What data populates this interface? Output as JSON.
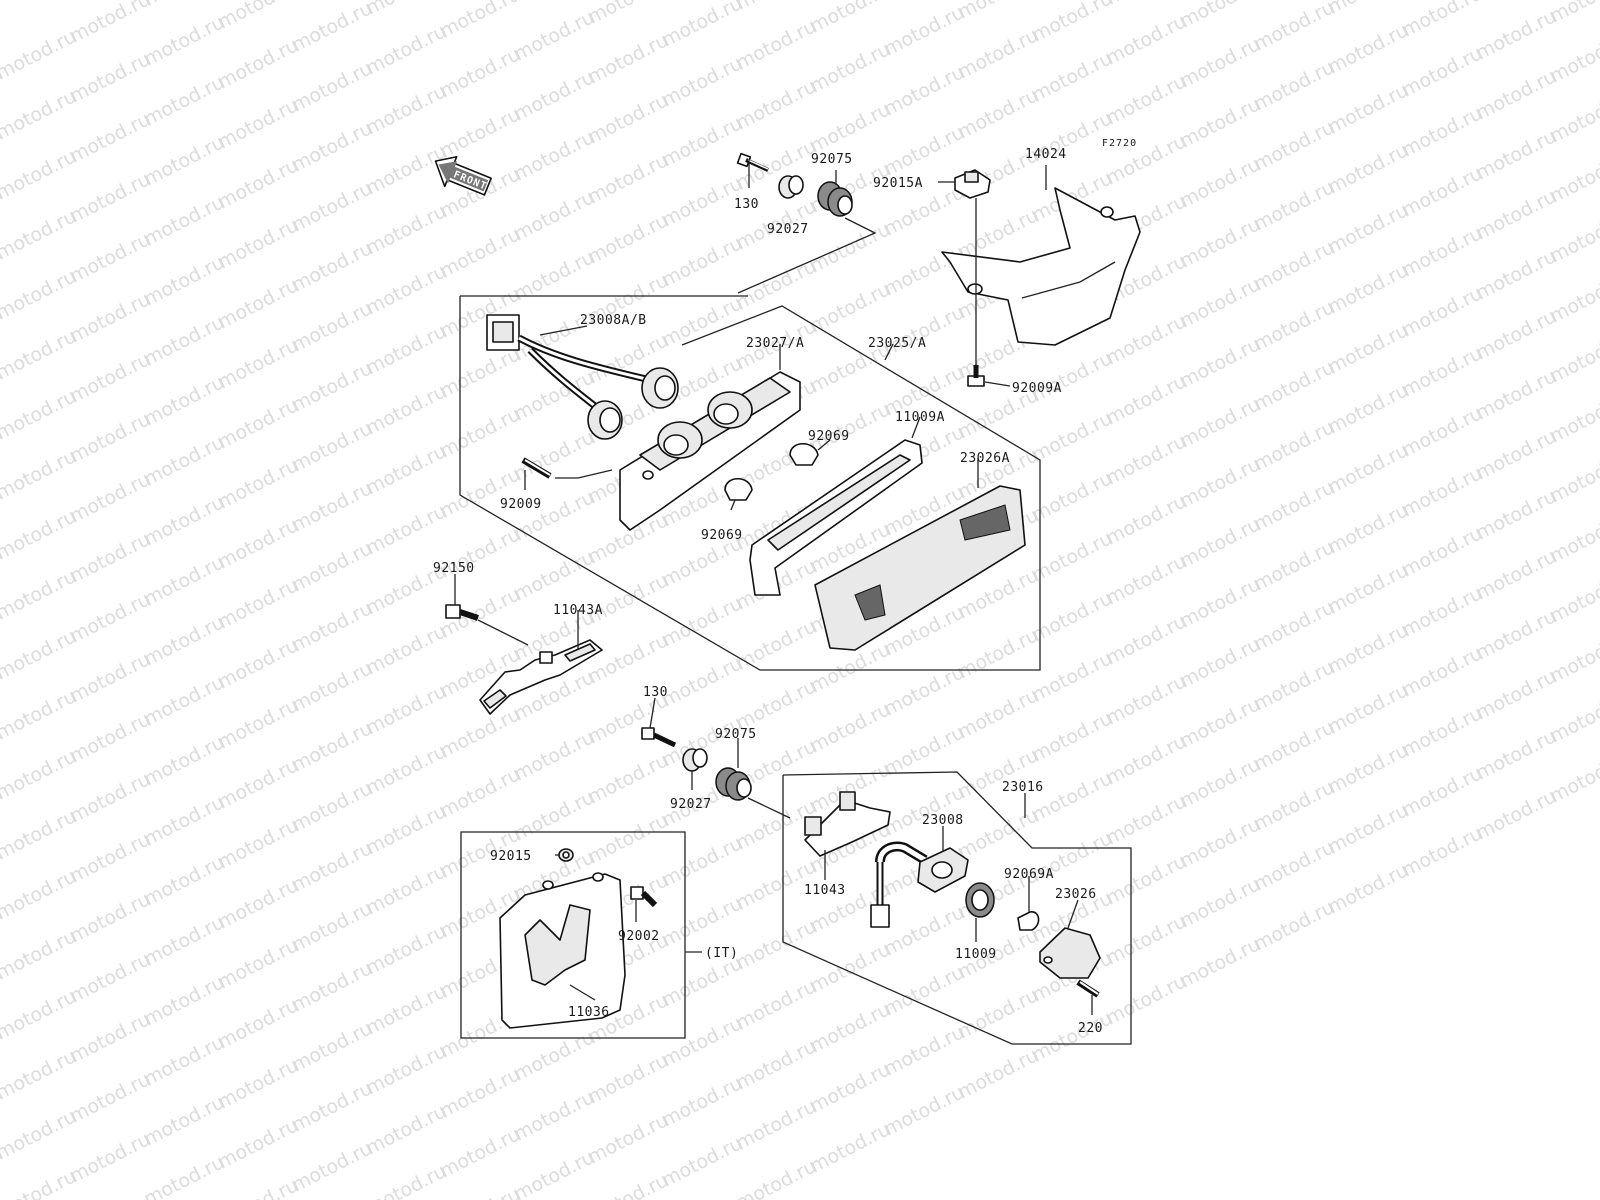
{
  "watermark": "motod.ru",
  "diagram_code": "F2720",
  "front_arrow_label": "FRONT",
  "labels": {
    "p130_top": "130",
    "p92027_top": "92027",
    "p92075_top": "92075",
    "p92015A": "92015A",
    "p14024": "14024",
    "p92009A": "92009A",
    "p23008AB": "23008A/B",
    "p23027A": "23027/A",
    "p23025A": "23025/A",
    "p92069_upper": "92069",
    "p11009A": "11009A",
    "p23026A": "23026A",
    "p92009": "92009",
    "p92069_lower": "92069",
    "p92150": "92150",
    "p11043A": "11043A",
    "p130_mid": "130",
    "p92075_mid": "92075",
    "p92027_mid": "92027",
    "p23016": "23016",
    "p23008": "23008",
    "p92069A": "92069A",
    "p23026": "23026",
    "p11043": "11043",
    "p11009": "11009",
    "p220": "220",
    "p92015": "92015",
    "p92002": "92002",
    "p11036": "11036",
    "p_IT": "(IT)"
  }
}
